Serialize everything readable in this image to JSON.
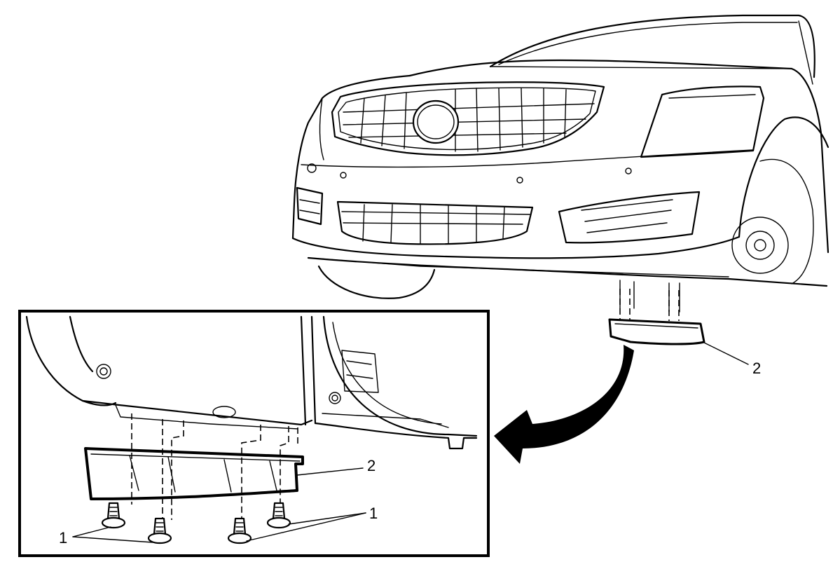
{
  "callouts": {
    "upper_2": "2",
    "inset_2": "2",
    "inset_1_left": "1",
    "inset_1_right": "1"
  }
}
